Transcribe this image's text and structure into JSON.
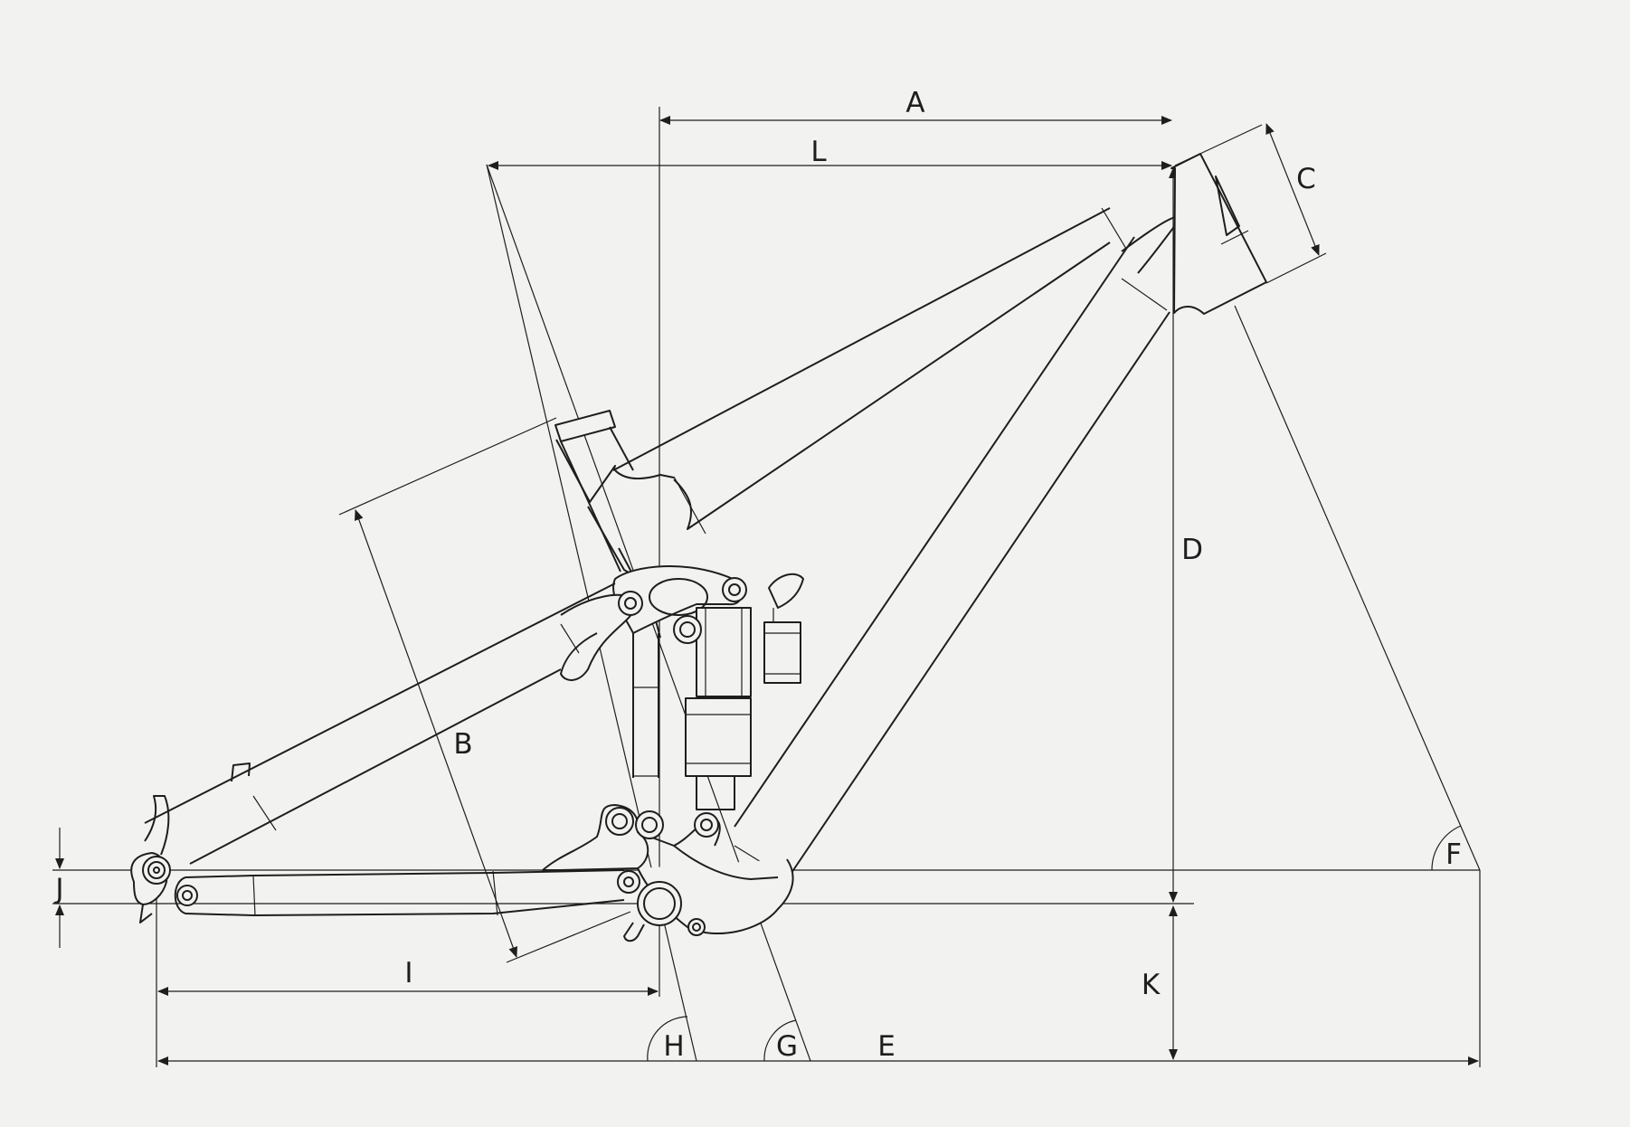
{
  "diagram": {
    "labels": {
      "A": "A",
      "B": "B",
      "C": "C",
      "D": "D",
      "E": "E",
      "F": "F",
      "G": "G",
      "H": "H",
      "I": "I",
      "J": "J",
      "K": "K",
      "L": "L"
    },
    "colors": {
      "background": "#f2f3f1",
      "line": "#1e1e1e"
    }
  }
}
